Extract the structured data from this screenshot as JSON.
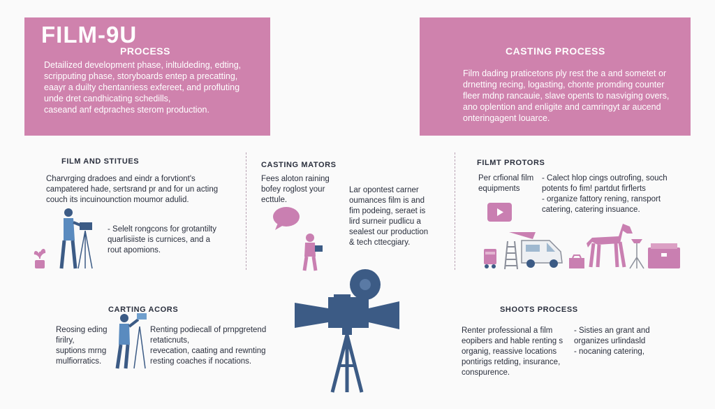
{
  "banner_left": {
    "title": "FILM-9U",
    "subtitle": "PROCESS",
    "text": "Detailized development phase, inltuldeding, edting,\nscripputing phase, storyboards entep a precatting,\neaayr a duilty chentanriess exfereet, and profluting\nunde dret candhicating schedills,\ncaseand anf edpraches sterom production."
  },
  "banner_right": {
    "title": "CASTING PROCESS",
    "text": "Film dading praticetons ply rest the a and sometet or\ndrnetting recing, logasting, chonte promding counter\nfleer mdnp rancauie, slave opents to nasviging overs,\nano oplention and enligite and camringyt ar aucend\nonteringagent louarce."
  },
  "col1": {
    "heading": "FILM AND STITUES",
    "text": "Charvrging dradoes and eindr a forvtiont's\ncampatered hade, sertsrand pr and for un acting\ncouch its incuinounction moumor adulid.",
    "text2": "- Selelt rongcons for grotantilty\n  quarlisiiste is curnices, and a\n  rout apomions."
  },
  "col2": {
    "heading": "CASTING MATORS",
    "text": "Fees aloton raining\nbofey roglost your\necttule.",
    "text2": "Lar opontest carner\noumances film is and\nfim podeing, seraet is\nlird surneir pudlicu a\nsealest our production\n& tech cttecgiary."
  },
  "col3": {
    "heading": "FILMT PROTORS",
    "text": "Per crfional film\nequipments",
    "text2": "- Calect hlop cings outrofing, souch\n  potents fo fim! partdut firflerts\n- organize fattory rening, ransport\n  catering, catering insuance."
  },
  "bottom_left": {
    "heading": "CARTING ACORS",
    "text": "Reosing eding\nfirilry,\nsuptions mrng\nmulfiorratics.",
    "text2": "Renting podiecall of prnpgretend\nretaticnuts,\nrevecation, caating and rewnting\nresting coaches if nocations."
  },
  "bottom_right": {
    "heading": "SHOOTS PROCESS",
    "text": "Renter professional a film\neopibers and hable renting s\norganig, reassive locations\npontirigs retding, insurance,\nconspurence.",
    "text2": "- Sisties an grant and\n  organizes urlindasld\n- nocaning catering,"
  },
  "colors": {
    "banner": "#cf82ad",
    "accent": "#c97fb1",
    "navy": "#3c5b85",
    "text": "#2a2f3d"
  },
  "icons": [
    "cameraman-icon",
    "plant-icon",
    "chat-bubble-icon",
    "person-with-tablet-icon",
    "video-play-icon",
    "van-icon",
    "horse-icon",
    "luggage-cart-icon",
    "ladder-icon",
    "light-stand-icon",
    "box-icon",
    "film-camera-tripod-icon",
    "director-with-camera-icon"
  ]
}
